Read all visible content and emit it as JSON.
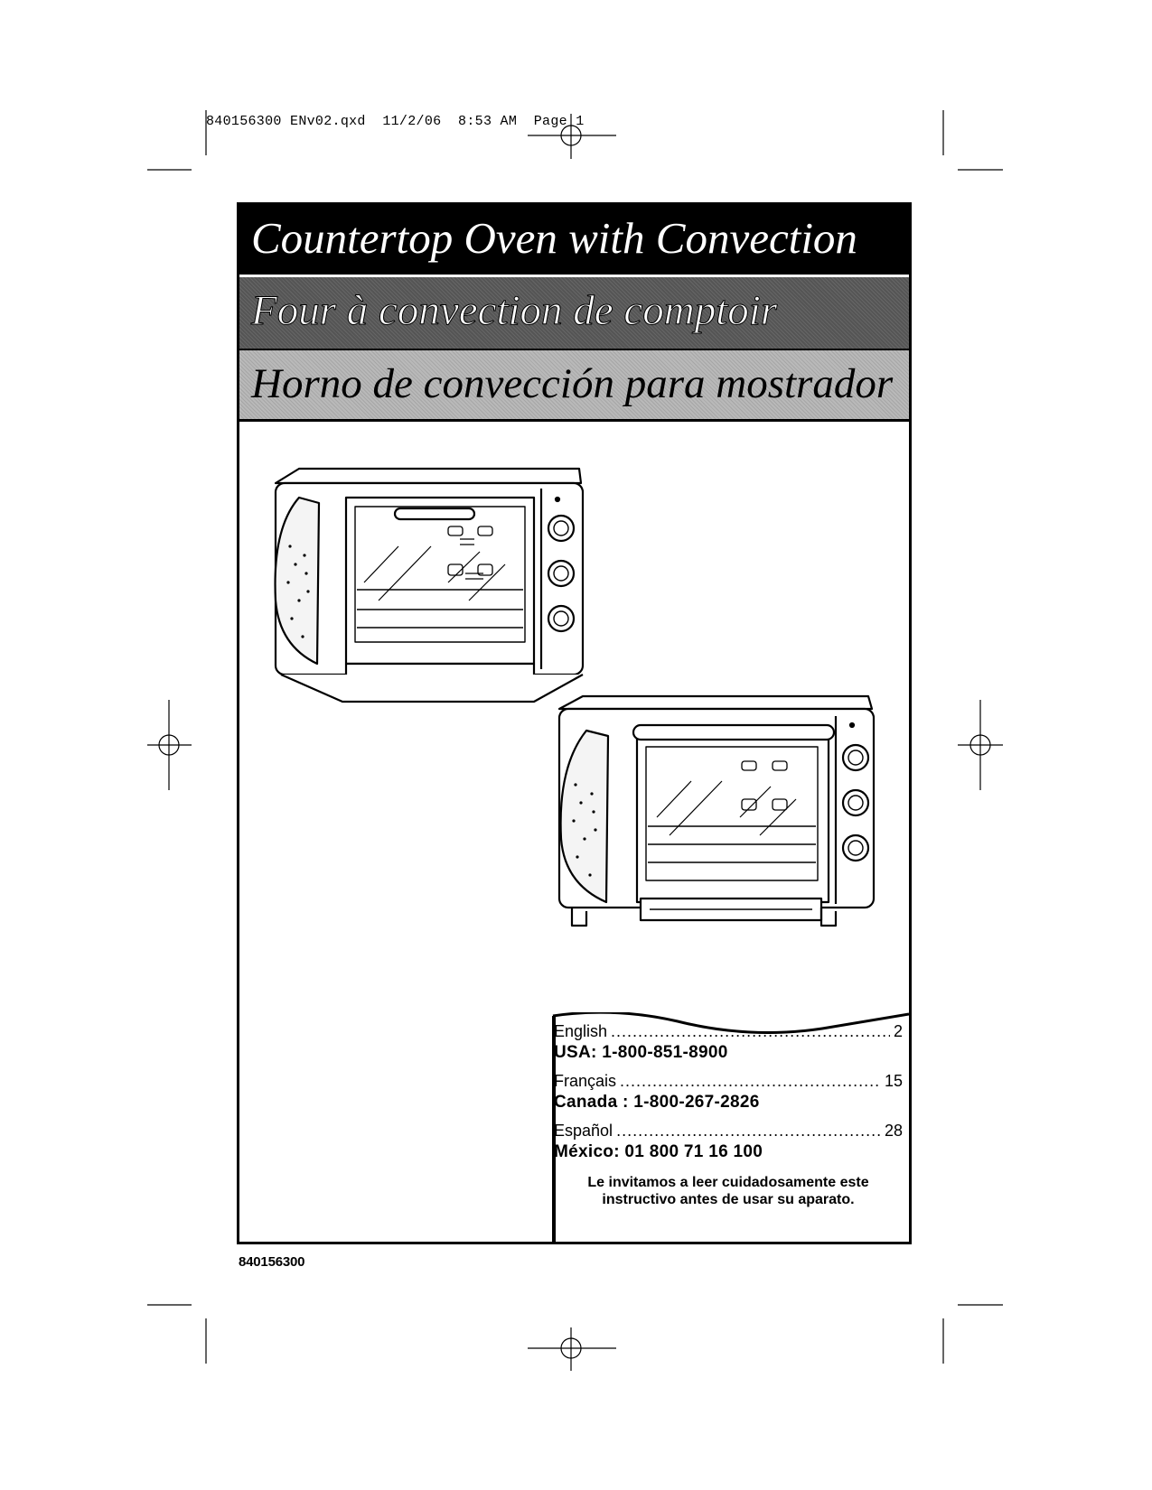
{
  "print_slug": "840156300 ENv02.qxd  11/2/06  8:53 AM  Page 1",
  "titles": {
    "en": "Countertop Oven with Convection",
    "fr": "Four à convection de comptoir",
    "es": "Horno de convección para mostrador"
  },
  "contents": [
    {
      "language": "English",
      "page": "2",
      "phone": "USA: 1-800-851-8900"
    },
    {
      "language": "Français",
      "page": "15",
      "phone": "Canada : 1-800-267-2826"
    },
    {
      "language": "Español",
      "page": "28",
      "phone": "México: 01 800 71 16 100"
    }
  ],
  "notice": "Le invitamos a leer cuidadosamente este instructivo antes de usar su aparato.",
  "model_number": "840156300"
}
